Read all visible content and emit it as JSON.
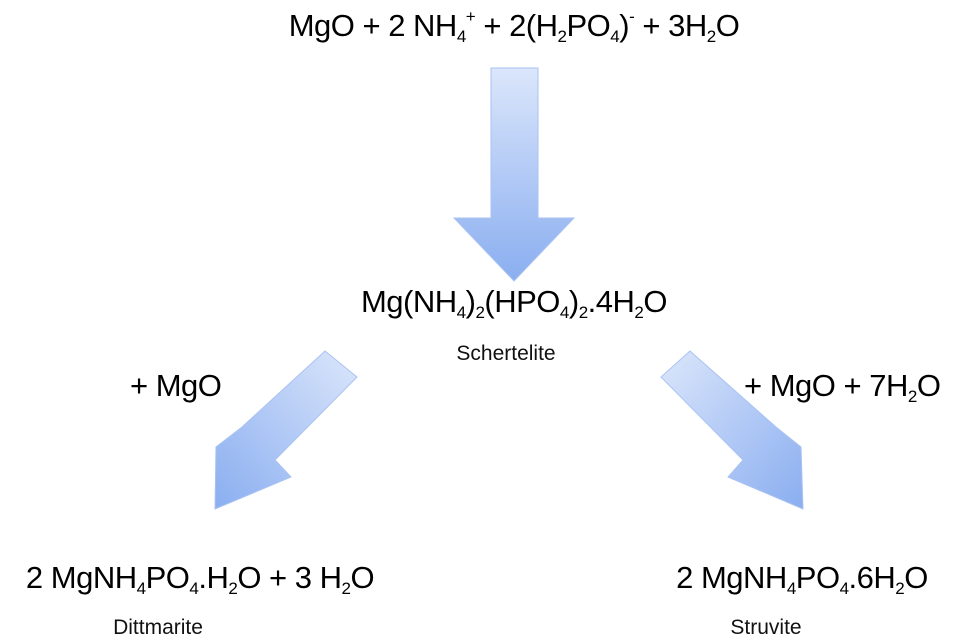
{
  "reactants": {
    "parts": [
      "MgO + 2 NH",
      "4",
      "+",
      " + 2(H",
      "2",
      "PO",
      "4",
      ")",
      "-",
      " + 3H",
      "2",
      "O"
    ]
  },
  "intermediate": {
    "parts": [
      "Mg(NH",
      "4",
      ")",
      "2",
      "(HPO",
      "4",
      ")",
      "2",
      ".4H",
      "2",
      "O"
    ],
    "name": "Schertelite"
  },
  "left_branch": {
    "reagent": "+ MgO",
    "product_parts": [
      "2 MgNH",
      "4",
      "PO",
      "4",
      ".H",
      "2",
      "O + 3 H",
      "2",
      "O"
    ],
    "product_name": "Dittmarite"
  },
  "right_branch": {
    "reagent_parts": [
      "+ MgO + 7H",
      "2",
      "O"
    ],
    "product_parts": [
      "2 MgNH",
      "4",
      "PO",
      "4",
      ".6H",
      "2",
      "O"
    ],
    "product_name": "Struvite"
  },
  "colors": {
    "arrow_fill_light": "#dbe6fb",
    "arrow_fill_dark": "#8aaef0",
    "arrow_stroke": "#a9c2f2"
  }
}
